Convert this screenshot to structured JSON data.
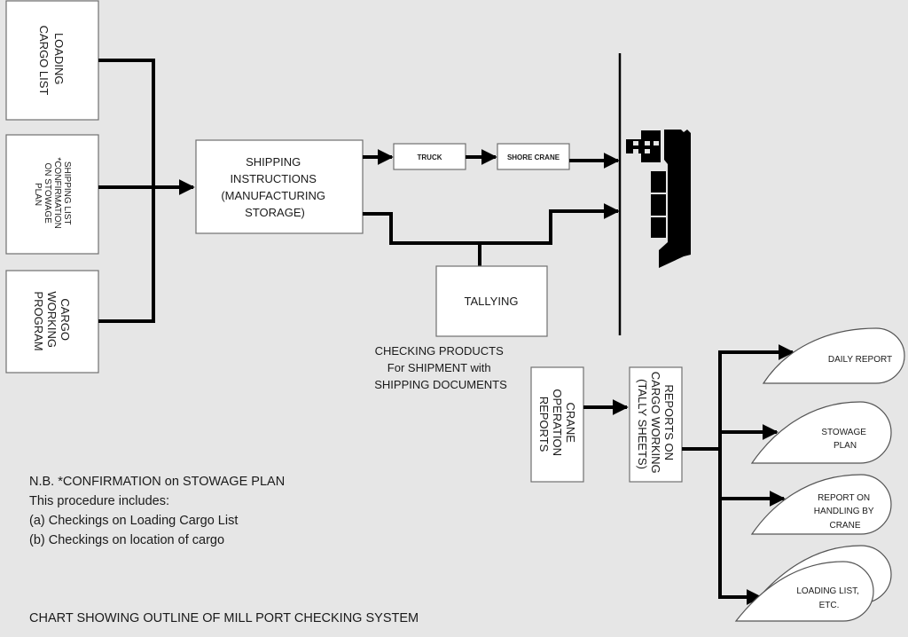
{
  "inputs": {
    "loading_cargo_list": [
      "LOADING",
      "CARGO LIST"
    ],
    "shipping_list": [
      "SHIPPING LIST",
      "*CONFIRMATION",
      "ON STOWAGE",
      "PLAN"
    ],
    "cargo_working_program": [
      "CARGO",
      "WORKING",
      "PROGRAM"
    ]
  },
  "shipping_instructions": [
    "SHIPPING",
    "INSTRUCTIONS",
    "(MANUFACTURING",
    "STORAGE)"
  ],
  "truck": "TRUCK",
  "shore_crane": "SHORE CRANE",
  "tallying": "TALLYING",
  "tallying_caption": [
    "CHECKING PRODUCTS",
    "For SHIPMENT with",
    "SHIPPING DOCUMENTS"
  ],
  "ship_icon": "ship-icon",
  "crane_operation_reports": [
    "CRANE",
    "OPERATION",
    "REPORTS"
  ],
  "reports_on_cargo_working": [
    "REPORTS ON",
    "CARGO WORKING",
    "(TALLY SHEETS)"
  ],
  "outputs": {
    "daily_report": [
      "DAILY REPORT"
    ],
    "stowage_plan": [
      "STOWAGE",
      "PLAN"
    ],
    "report_on_handling": [
      "REPORT ON",
      "HANDLING BY",
      "CRANE"
    ],
    "loading_list": [
      "LOADING LIST,",
      "ETC."
    ]
  },
  "notes": [
    "N.B. *CONFIRMATION on STOWAGE PLAN",
    "This procedure includes:",
    "(a) Checkings on Loading Cargo List",
    "(b) Checkings on location of cargo"
  ],
  "title": "CHART SHOWING OUTLINE OF MILL PORT CHECKING SYSTEM"
}
